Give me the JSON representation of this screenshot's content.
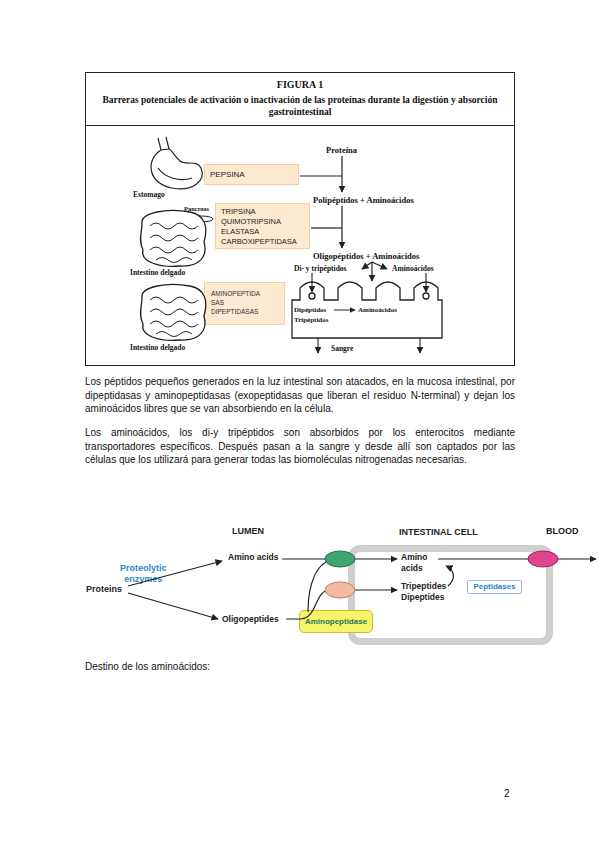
{
  "diagram": {
    "nodes": [
      {
        "text": [
          "FIGURA 1",
          "Barreras potenciales de activación o inactivación de las proteínas durante la digestión y absorción gastrointestinal"
        ]
      },
      {
        "text": [
          "PEPSINA"
        ],
        "in": 0
      },
      {
        "text": [
          "TRIPSINA QUIMOTRIPSINA ELASTASA CARBOXIPEPTIDASA"
        ],
        "in": 0
      },
      {
        "text": [
          "AMINOPEPTIDA SAS DIPEPTIDASAS"
        ],
        "in": 0
      },
      {
        "text": [
          "INTESTINAL CELL"
        ]
      },
      {
        "text": [
          "Peptidases"
        ],
        "in": 4
      },
      {
        "text": [
          "Aminopeptidase"
        ]
      }
    ],
    "labels": [
      "Estomago",
      "Proteína",
      "Polipéptidos + Aminoácidos",
      "Pancreas",
      "Intestino delgado",
      "Oligopéptidos + Aminoácidos",
      "Di- y tripéptidos",
      "Aminoácidos",
      "Dipéptidos",
      "Aminoácidos",
      "Tripéptidos",
      "Intestino delgado",
      "Sangre",
      "Los péptidos pequeños generados en la luz intestinal son atacados, en la mucosa intestinal, por dipeptidasas y aminopeptidasas (exopeptidasas que liberan el residuo N-terminal) y dejan los aminoácidos libres que se van absorbiendo en la célula.",
      "Los aminoácidos, los di-y tripéptidos son absorbidos por los enterocitos mediante transportadores específicos. Después pasan a la sangre y desde allí son captados por las células que los utilizará para generar todas las biomoléculas nitrogenadas necesarias.",
      "LUMEN",
      "BLOOD",
      "Proteolytic enzymes",
      "Amino acids",
      "Proteins",
      "Amino acids",
      "Tripeptides Dipeptides",
      "Oligopeptides",
      "Destino de los aminoácidos:",
      "2"
    ]
  }
}
